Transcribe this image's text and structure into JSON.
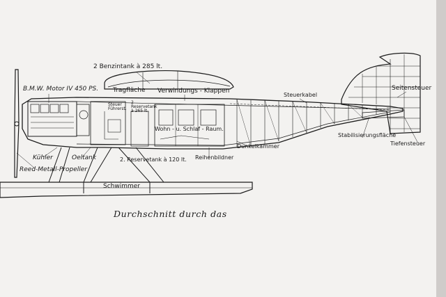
{
  "diagram": {
    "labels": {
      "fuel_tank": "2 Benzintank à 285 lt.",
      "wing": "Tragfläche",
      "engine": "B.M.W. Motor IV 450 PS.",
      "warping_flaps": "Verwindungs - Klappen",
      "control_cable": "Steuerkabel",
      "rudder": "Seitensteuer",
      "pilot": "Steuer Führerst.",
      "reserve_tank_top": "2 Reservetank à 265 lt.",
      "cabin": "Wohn - u. Schlaf - Raum.",
      "stabilizer": "Stabilisierungsfläche",
      "elevator": "Tiefensteuer",
      "radiator": "Kühler",
      "propeller": "Reed-Metall-Propeller",
      "oil_tank": "Oeltank",
      "reserve_tank_bottom": "2. Reservetank à 120 lt.",
      "series_camera": "Reihenbildner",
      "darkroom": "Dunkelkammer",
      "float": "Schwimmer"
    },
    "caption": "Durchschnitt durch das"
  },
  "colors": {
    "paper": "#f3f2f0",
    "ink": "#1b1b1b",
    "background": "#d9d7d5"
  }
}
